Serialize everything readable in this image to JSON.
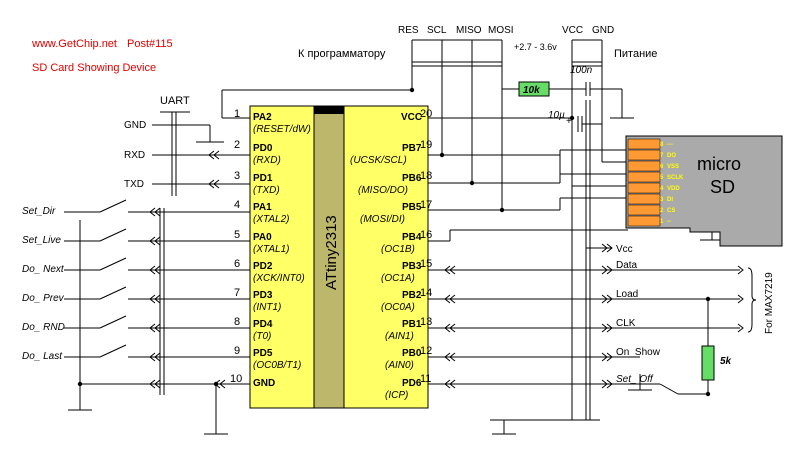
{
  "header": {
    "site": "www.GetChip.net",
    "post": "Post#115",
    "title": "SD Card Showing Device",
    "accent_color": "#e00000"
  },
  "connectors": {
    "programmer_label": "К программатору",
    "power_label": "Питание",
    "programmer_pins": [
      "RES",
      "SCL",
      "MISO",
      "MOSI"
    ],
    "power_pins": [
      "VCC",
      "GND"
    ],
    "voltage": "+2.7 - 3.6v"
  },
  "uart": {
    "label": "UART",
    "lines": [
      "GND",
      "RXD",
      "TXD"
    ]
  },
  "inputs": [
    "Set_Dir",
    "Set_Live",
    "Do_ Next",
    "Do_ Prev",
    "Do_ RND",
    "Do_ Last"
  ],
  "chip": {
    "name": "ATtiny2313",
    "body_color": "#ffff66",
    "center_color": "#bdb76b",
    "left_pins": [
      {
        "num": "1",
        "name": "PA2",
        "sub": "(RESET/dW)"
      },
      {
        "num": "2",
        "name": "PD0",
        "sub": "(RXD)"
      },
      {
        "num": "3",
        "name": "PD1",
        "sub": "(TXD)"
      },
      {
        "num": "4",
        "name": "PA1",
        "sub": "(XTAL2)"
      },
      {
        "num": "5",
        "name": "PA0",
        "sub": "(XTAL1)"
      },
      {
        "num": "6",
        "name": "PD2",
        "sub": "(XCK/INT0)"
      },
      {
        "num": "7",
        "name": "PD3",
        "sub": "(INT1)"
      },
      {
        "num": "8",
        "name": "PD4",
        "sub": "(T0)"
      },
      {
        "num": "9",
        "name": "PD5",
        "sub": "(OC0B/T1)"
      },
      {
        "num": "10",
        "name": "GND",
        "sub": ""
      }
    ],
    "right_pins": [
      {
        "num": "20",
        "name": "VCC",
        "sub": ""
      },
      {
        "num": "19",
        "name": "PB7",
        "sub": "(UCSK/SCL)"
      },
      {
        "num": "18",
        "name": "PB6",
        "sub": "(MISO/DO)"
      },
      {
        "num": "17",
        "name": "PB5",
        "sub": "(MOSI/DI)"
      },
      {
        "num": "16",
        "name": "PB4",
        "sub": "(OC1B)"
      },
      {
        "num": "15",
        "name": "PB3",
        "sub": "(OC1A)"
      },
      {
        "num": "14",
        "name": "PB2",
        "sub": "(OC0A)"
      },
      {
        "num": "13",
        "name": "PB1",
        "sub": "(AIN1)"
      },
      {
        "num": "12",
        "name": "PB0",
        "sub": "(AIN0)"
      },
      {
        "num": "11",
        "name": "PD6",
        "sub": "(ICP)"
      }
    ]
  },
  "components": {
    "resistor_top": "10k",
    "resistor_top_color": "#66dd66",
    "cap1": "100n",
    "cap2": "10µ",
    "resistor_pullup": "5k"
  },
  "sdcard": {
    "label_line1": "micro",
    "label_line2": "SD",
    "body_color": "#aaaaaa",
    "contact_color": "#ff9933",
    "pin_text_color": "#ffff00",
    "pins": [
      {
        "num": "8",
        "name": "---"
      },
      {
        "num": "7",
        "name": "DO"
      },
      {
        "num": "6",
        "name": "VSS"
      },
      {
        "num": "5",
        "name": "SCLK"
      },
      {
        "num": "4",
        "name": "VDD"
      },
      {
        "num": "3",
        "name": "DI"
      },
      {
        "num": "2",
        "name": "CS"
      },
      {
        "num": "1",
        "name": "--"
      }
    ]
  },
  "outputs": {
    "signals": [
      "Vcc",
      "Data",
      "Load",
      "CLK",
      "On_Show",
      "Set_ Off"
    ],
    "max_label": "For MAX7219"
  }
}
